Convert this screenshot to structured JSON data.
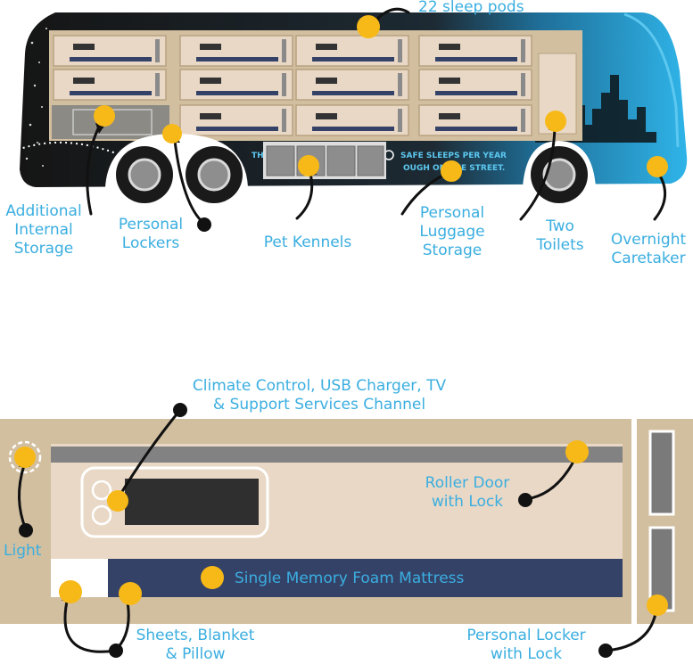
{
  "colors": {
    "label": "#3aaee0",
    "accent_dot": "#f7b918",
    "tan": "#d2bfa0",
    "pod": "#e9d8c6",
    "mattress": "#354268",
    "bus_dark": "#1b1b1b",
    "bus_blue": "#27a9e1"
  },
  "bus": {
    "banner_left": "TH",
    "banner_right_line1": "SAFE SLEEPS PER YEAR",
    "banner_right_line2": "OUGH ON THE STREET.",
    "labels": {
      "sleep_pods": "22 sleep pods",
      "storage_1": "Additional",
      "storage_2": "Internal",
      "storage_3": "Storage",
      "lockers_1": "Personal",
      "lockers_2": "Lockers",
      "kennels": "Pet Kennels",
      "luggage_1": "Personal",
      "luggage_2": "Luggage",
      "luggage_3": "Storage",
      "toilets_1": "Two",
      "toilets_2": "Toilets",
      "caretaker_1": "Overnight",
      "caretaker_2": "Caretaker"
    }
  },
  "pod": {
    "labels": {
      "climate_1": "Climate Control, USB Charger, TV",
      "climate_2": "& Support Services Channel",
      "roller_1": "Roller Door",
      "roller_2": "with Lock",
      "light": "Light",
      "mattress": "Single Memory Foam Mattress",
      "sheets_1": "Sheets, Blanket",
      "sheets_2": "& Pillow",
      "locker_1": "Personal Locker",
      "locker_2": "with Lock"
    }
  }
}
